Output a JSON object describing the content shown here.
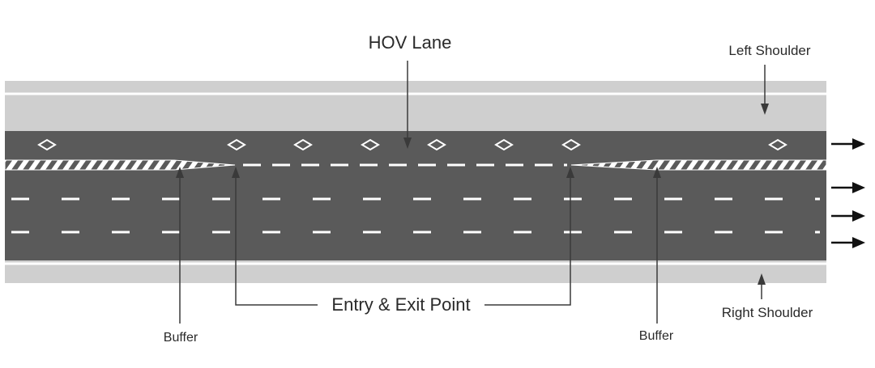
{
  "labels": {
    "hov_lane": "HOV Lane",
    "left_shoulder": "Left Shoulder",
    "right_shoulder": "Right Shoulder",
    "entry_exit": "Entry & Exit Point",
    "buffer_left": "Buffer",
    "buffer_right": "Buffer"
  },
  "lanes": {
    "general_purpose_count": 3,
    "hov_count": 1,
    "hov_symbol": "diamond"
  },
  "colors": {
    "pavement": "#5a5a5a",
    "shoulder": "#cfcfcf",
    "markings": "#ffffff",
    "leader_lines": "#3a3a3a",
    "text": "#2a2a2a",
    "background": "#ffffff"
  },
  "icons": {
    "direction_arrow": "arrow-right-icon",
    "hov_marker": "diamond-icon"
  }
}
